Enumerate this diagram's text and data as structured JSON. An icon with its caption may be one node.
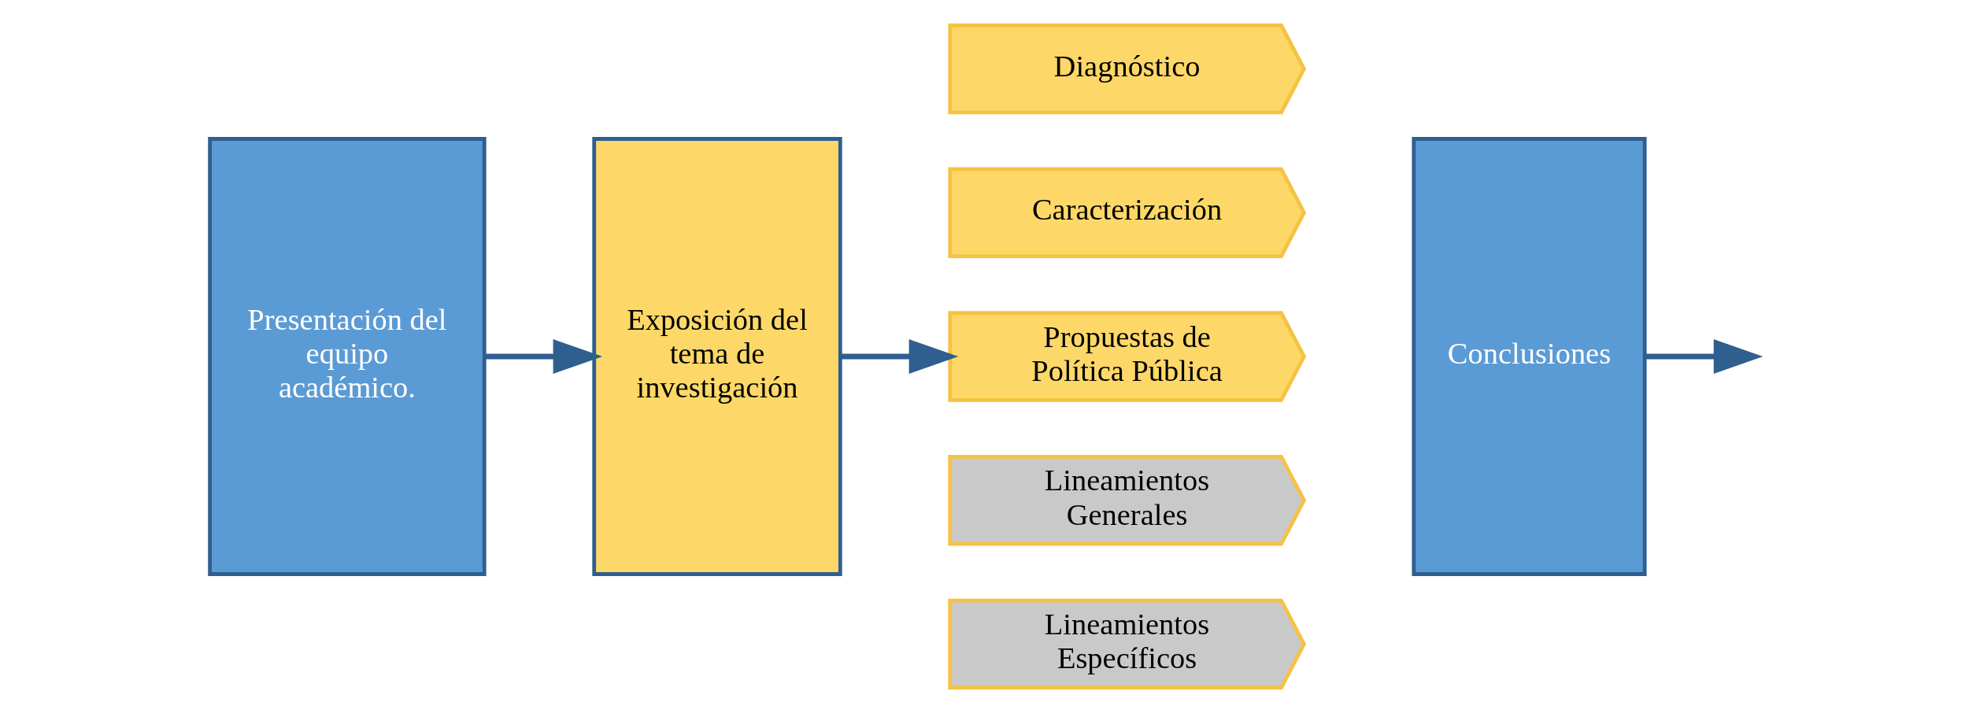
{
  "diagram": {
    "nodes": [
      {
        "text": [
          "Presentación del equipo académico."
        ]
      },
      {
        "text": [
          "Exposición del tema de investigación"
        ]
      },
      {
        "text": [
          "Diagnóstico"
        ]
      },
      {
        "text": [
          "Caracterización"
        ]
      },
      {
        "text": [
          "Propuestas de Política Pública"
        ]
      },
      {
        "text": [
          "Lineamientos Generales"
        ]
      },
      {
        "text": [
          "Lineamientos Específicos"
        ]
      },
      {
        "text": [
          "Conclusiones"
        ]
      }
    ],
    "edges": [
      {
        "from": 0,
        "to": 1,
        "arrow": "to"
      },
      {
        "from": 1,
        "to": 4,
        "arrow": "to"
      },
      {
        "from": 7,
        "to": null,
        "arrow": "to"
      }
    ]
  }
}
